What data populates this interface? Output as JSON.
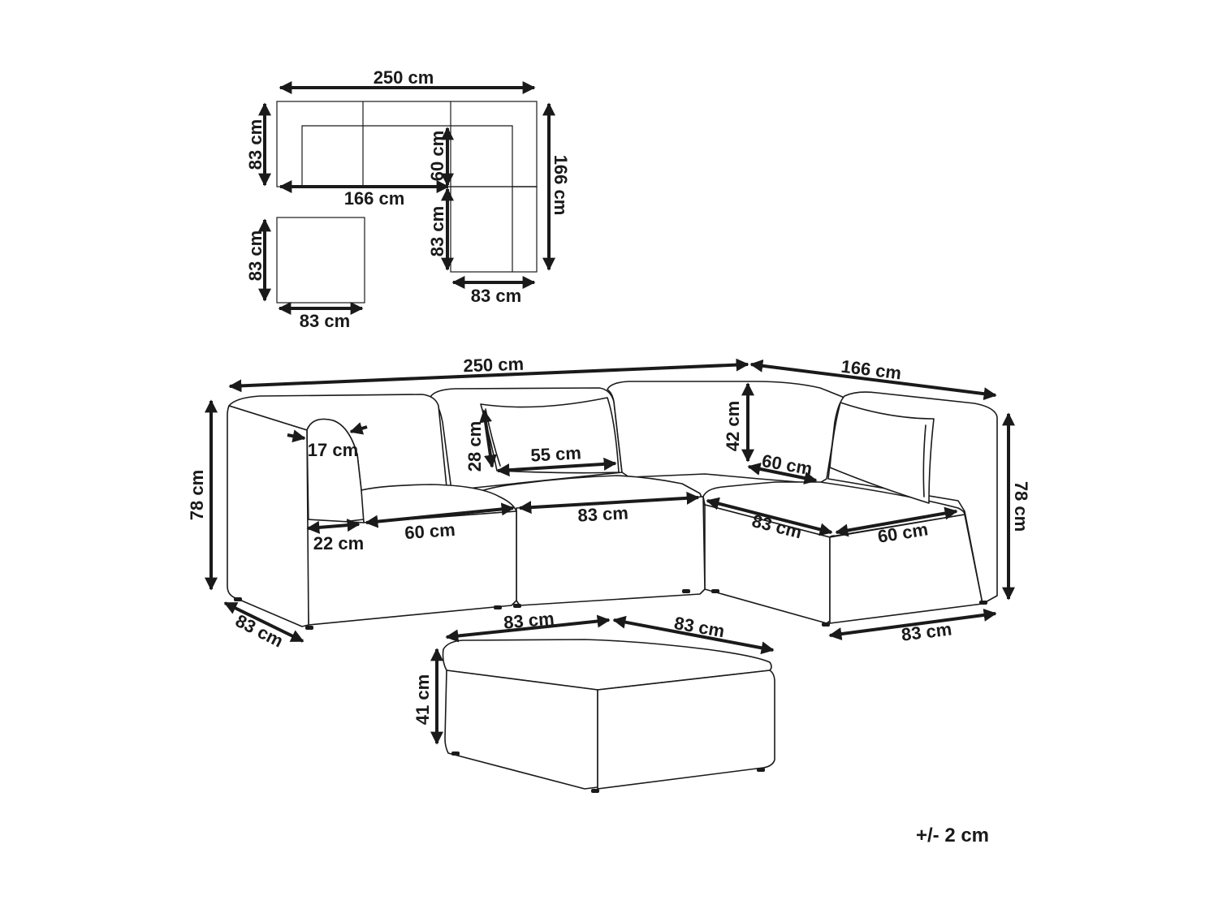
{
  "top_view": {
    "overall_width": "250 cm",
    "depth_left": "83 cm",
    "seat_depth": "60 cm",
    "overall_length": "166 cm",
    "inner_length": "166 cm",
    "corner_depth": "83 cm",
    "corner_width": "83 cm"
  },
  "ottoman_top": {
    "depth": "83 cm",
    "width": "83 cm"
  },
  "front_view": {
    "overall_width": "250 cm",
    "side_length": "166 cm",
    "height_left": "78 cm",
    "height_right": "78 cm",
    "armrest_width": "17 cm",
    "cushion_height": "28 cm",
    "cushion_width": "55 cm",
    "back_height": "42 cm",
    "arm_inner": "22 cm",
    "seat_depth_left": "60 cm",
    "seat_width_middle": "83 cm",
    "seat_depth_corner": "60 cm",
    "corner_seat_width": "83 cm",
    "seat_depth_right": "60 cm",
    "depth_left": "83 cm",
    "depth_right": "83 cm"
  },
  "ottoman": {
    "width": "83 cm",
    "depth": "83 cm",
    "height": "41 cm"
  },
  "tolerance": "+/- 2 cm"
}
